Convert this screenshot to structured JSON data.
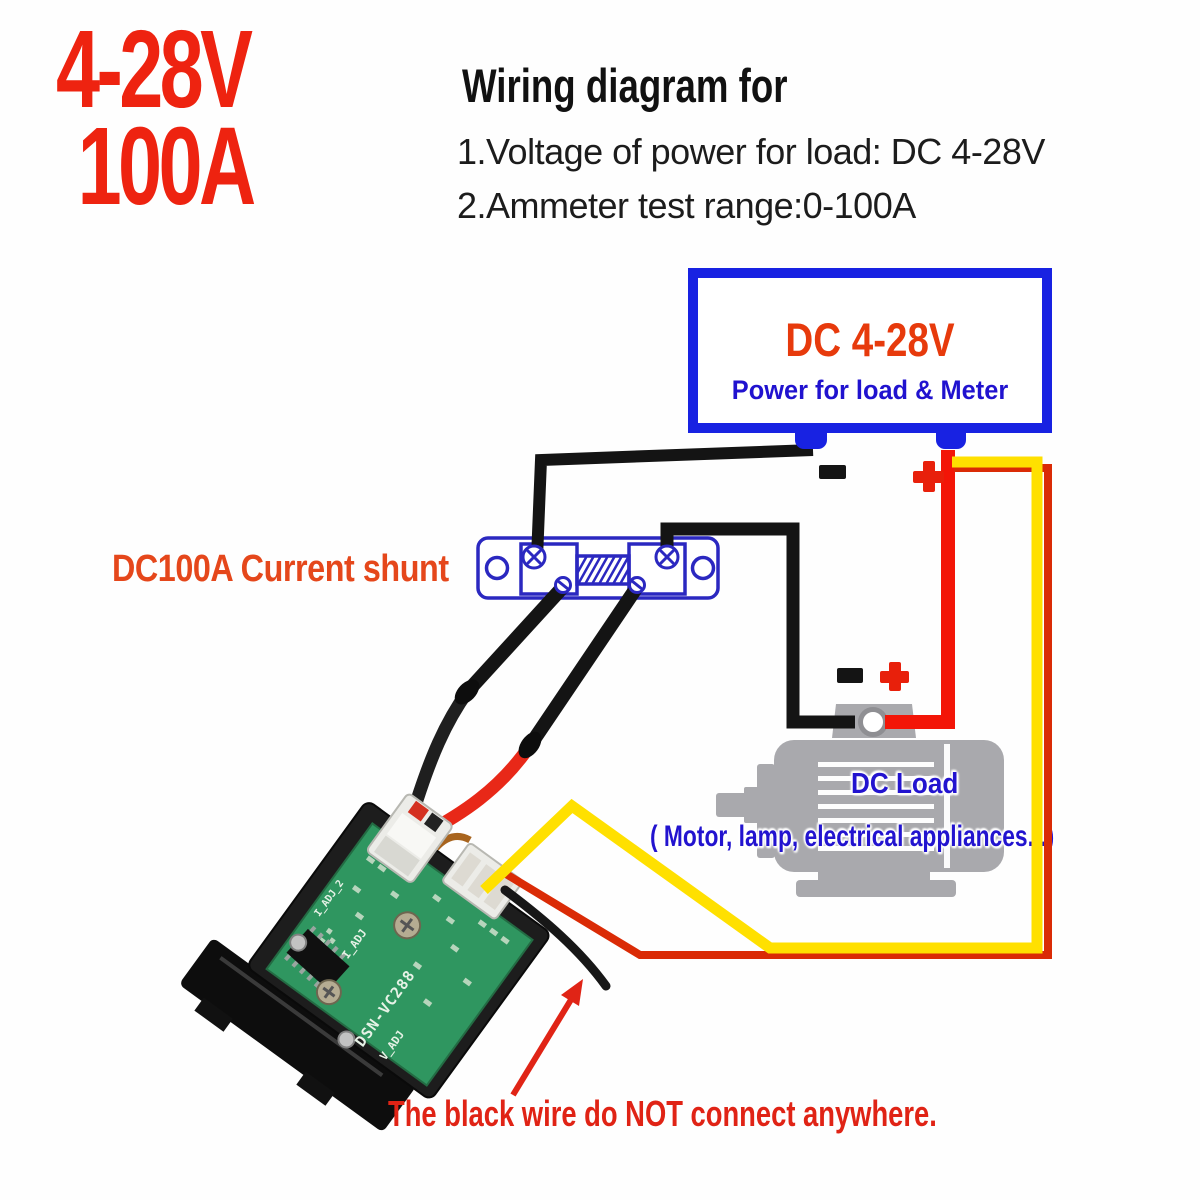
{
  "badge": {
    "voltage": "4-28V",
    "current": "100A"
  },
  "header": {
    "title": "Wiring diagram for",
    "line1": "1.Voltage of power for load: DC 4-28V",
    "line2": "2.Ammeter test range:0-100A"
  },
  "power_box": {
    "title": "DC 4-28V",
    "subtitle": "Power for load & Meter",
    "minus": "-",
    "plus": "+"
  },
  "shunt": {
    "label": "DC100A Current shunt"
  },
  "load": {
    "minus": "-",
    "plus": "+",
    "title": "DC Load",
    "caption": "( Motor, lamp, electrical appliances...)"
  },
  "meter_pcb": {
    "model": "DSN-VC288",
    "label_i_adj": "I_ADJ",
    "label_v_adj": "V_ADJ",
    "label_i_adj_2": "I_ADJ_2"
  },
  "warning": {
    "text": "The black wire do NOT connect anywhere."
  },
  "colors": {
    "accent_red_text": "#ee2310",
    "box_blue": "#1822e2",
    "blue_text": "#2012cf",
    "orange_red_text": "#e73a0c",
    "shunt_blue": "#2b28c0",
    "shunt_label_red": "#e5471b",
    "wire_black": "#141414",
    "wire_red": "#f31507",
    "wire_thin_red": "#da2b06",
    "wire_yellow": "#ffe000",
    "motor_gray": "#a9a9ad",
    "pcb_green": "#2f9660",
    "warning_red": "#e02315"
  }
}
